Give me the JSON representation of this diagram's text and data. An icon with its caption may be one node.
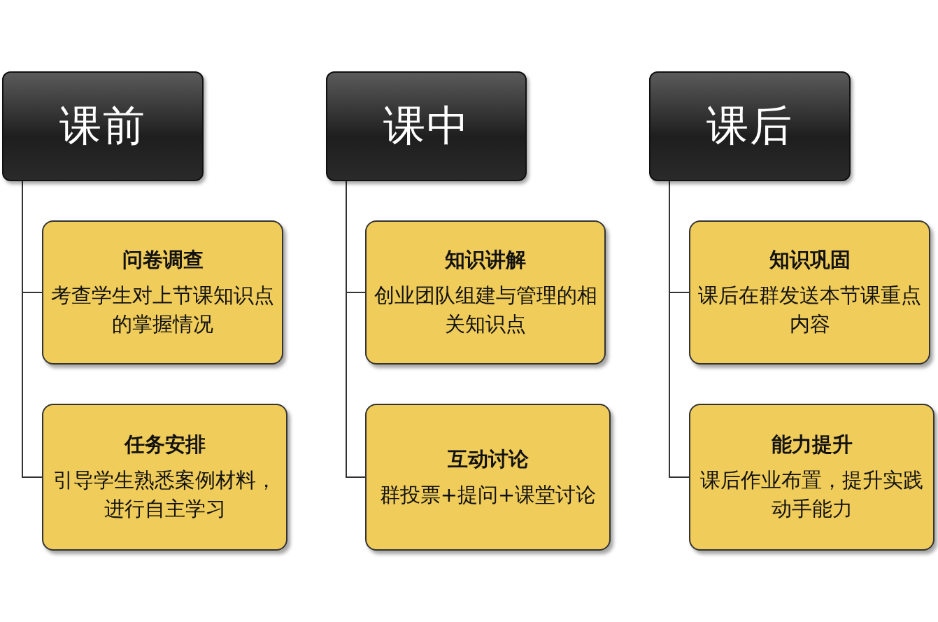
{
  "diagram": {
    "nodes": [
      {
        "text": [
          "课前"
        ]
      },
      {
        "text": [
          "问卷调查",
          "考查学生对上节课知识点的掌握情况"
        ]
      },
      {
        "text": [
          "任务安排",
          "引导学生熟悉案例材料，进行自主学习"
        ]
      },
      {
        "text": [
          "课中"
        ]
      },
      {
        "text": [
          "知识讲解",
          "创业团队组建与管理的相关知识点"
        ]
      },
      {
        "text": [
          "互动讨论",
          "群投票+提问+课堂讨论"
        ]
      },
      {
        "text": [
          "课后"
        ]
      },
      {
        "text": [
          "知识巩固",
          "课后在群发送本节课重点内容"
        ]
      },
      {
        "text": [
          "能力提升",
          "课后作业布置，提升实践动手能力"
        ]
      }
    ],
    "edges": [
      {
        "from": 0,
        "to": 1,
        "arrow": "none"
      },
      {
        "from": 0,
        "to": 2,
        "arrow": "none"
      },
      {
        "from": 3,
        "to": 4,
        "arrow": "none"
      },
      {
        "from": 3,
        "to": 5,
        "arrow": "none"
      },
      {
        "from": 6,
        "to": 7,
        "arrow": "none"
      },
      {
        "from": 6,
        "to": 8,
        "arrow": "none"
      }
    ]
  }
}
